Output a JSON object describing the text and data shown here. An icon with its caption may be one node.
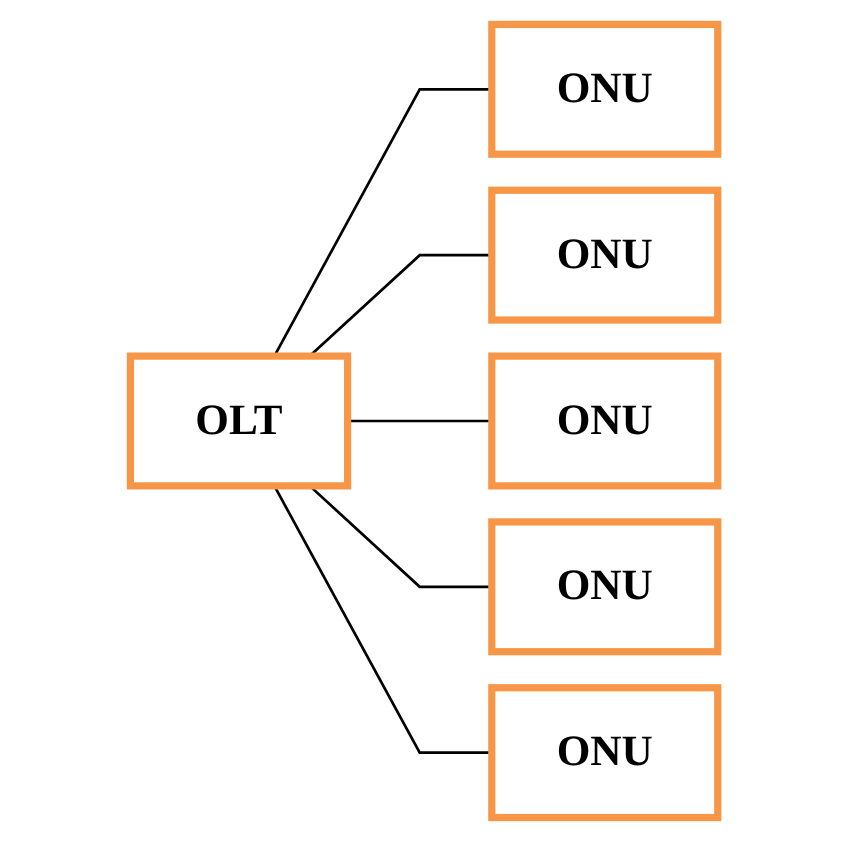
{
  "diagram": {
    "nodes": [
      {
        "text": [
          "OLT"
        ]
      },
      {
        "text": [
          "ONU"
        ]
      },
      {
        "text": [
          "ONU"
        ]
      },
      {
        "text": [
          "ONU"
        ]
      },
      {
        "text": [
          "ONU"
        ]
      },
      {
        "text": [
          "ONU"
        ]
      }
    ],
    "edges": [
      {
        "from": 0,
        "to": 1,
        "arrow": "none"
      },
      {
        "from": 0,
        "to": 2,
        "arrow": "none"
      },
      {
        "from": 0,
        "to": 3,
        "arrow": "none"
      },
      {
        "from": 0,
        "to": 4,
        "arrow": "none"
      },
      {
        "from": 0,
        "to": 5,
        "arrow": "none"
      }
    ]
  }
}
